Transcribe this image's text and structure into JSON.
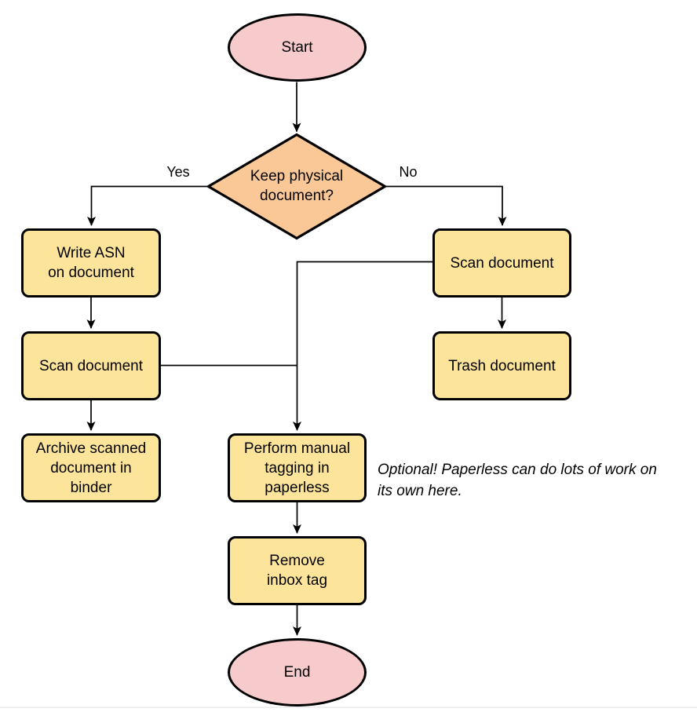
{
  "diagram": {
    "background": "#ffffff",
    "nodes": [
      {
        "id": "start",
        "type": "terminator",
        "label": "Start"
      },
      {
        "id": "keep-physical",
        "type": "decision",
        "label": "Keep physical\ndocument?"
      },
      {
        "id": "write-asn",
        "type": "process",
        "label": "Write ASN\non document"
      },
      {
        "id": "scan-document-left",
        "type": "process",
        "label": "Scan document"
      },
      {
        "id": "archive-binder",
        "type": "process",
        "label": "Archive scanned\ndocument in\nbinder"
      },
      {
        "id": "scan-document-right",
        "type": "process",
        "label": "Scan document"
      },
      {
        "id": "trash-document",
        "type": "process",
        "label": "Trash document"
      },
      {
        "id": "manual-tagging",
        "type": "process",
        "label": "Perform manual\ntagging in\npaperless"
      },
      {
        "id": "remove-inbox-tag",
        "type": "process",
        "label": "Remove\ninbox tag"
      },
      {
        "id": "end",
        "type": "terminator",
        "label": "End"
      }
    ],
    "edge_labels": [
      {
        "id": "yes",
        "label": "Yes"
      },
      {
        "id": "no",
        "label": "No"
      }
    ],
    "annotation": "Optional! Paperless can do lots of work on\nits own here.",
    "colors": {
      "terminator_fill": "#F7CBCB",
      "decision_fill": "#FAC897",
      "process_fill": "#FCE49B",
      "stroke": "#000000",
      "divider": "#EFEFEF"
    }
  }
}
